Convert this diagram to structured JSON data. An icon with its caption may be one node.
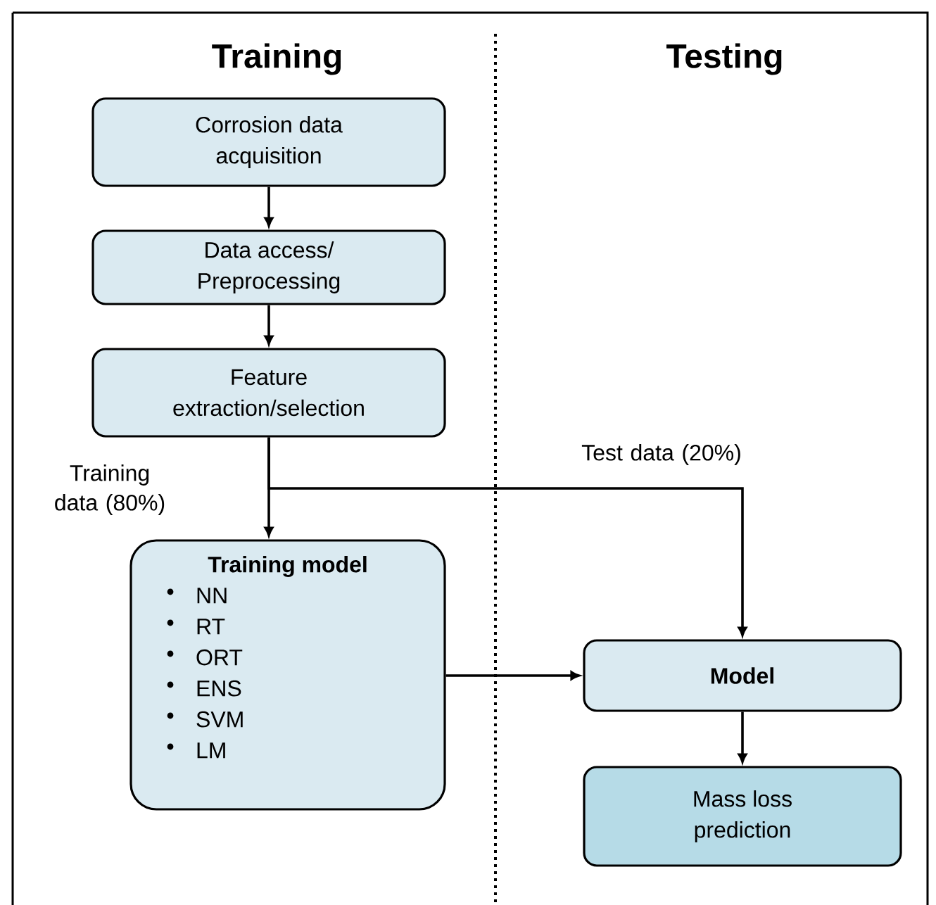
{
  "diagram": {
    "nodes": [
      {
        "text": [
          "Corrosion data acquisition"
        ]
      },
      {
        "text": [
          "Data access/ Preprocessing"
        ]
      },
      {
        "text": [
          "Feature extraction/selection"
        ]
      },
      {
        "text": [
          "Training model",
          "NN",
          "RT",
          "ORT",
          "ENS",
          "SVM",
          "LM"
        ]
      },
      {
        "text": [
          "Model"
        ]
      },
      {
        "text": [
          "Mass loss prediction"
        ]
      }
    ],
    "edges": [
      {
        "from": 0,
        "to": 1,
        "arrow": "to"
      },
      {
        "from": 1,
        "to": 2,
        "arrow": "to"
      },
      {
        "from": 2,
        "to": 3,
        "arrow": "to",
        "label": "Training data (80%)"
      },
      {
        "from": 2,
        "to": 4,
        "arrow": "to",
        "label": "Test data (20%)"
      },
      {
        "from": 3,
        "to": 4,
        "arrow": "to"
      },
      {
        "from": 4,
        "to": 5,
        "arrow": "to"
      }
    ],
    "labels": [
      "Training",
      "Testing"
    ]
  }
}
